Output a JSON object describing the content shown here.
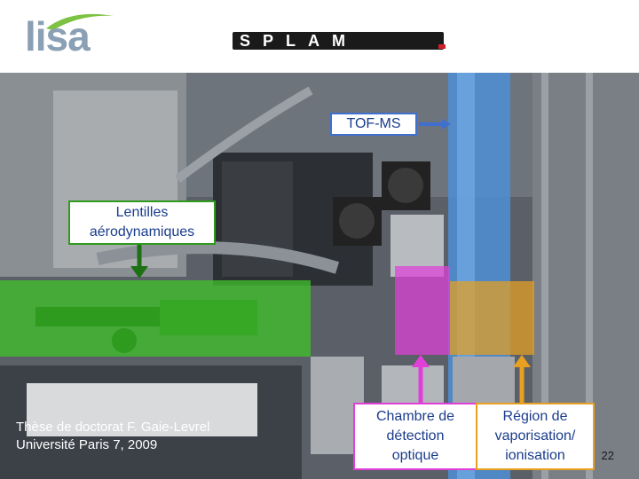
{
  "header": {
    "lisa_logo_text": "lisa",
    "splam_logo_text": "SPLAM"
  },
  "labels": {
    "tof_ms": "TOF-MS",
    "lentilles": "Lentilles aérodynamiques",
    "chambre": "Chambre de détection optique",
    "region": "Région de vaporisation/ ionisation"
  },
  "credit": {
    "line1": "Thèse de doctorat F. Gaie-Levrel",
    "line2": "Université Paris 7, 2009"
  },
  "page_number": "22",
  "colors": {
    "green_overlay": "#3fbf2a",
    "magenta_overlay": "#e040d8",
    "orange_overlay": "#e8a020",
    "blue_text": "#1a3c8c",
    "blue_arrow": "#3f6fcf"
  }
}
